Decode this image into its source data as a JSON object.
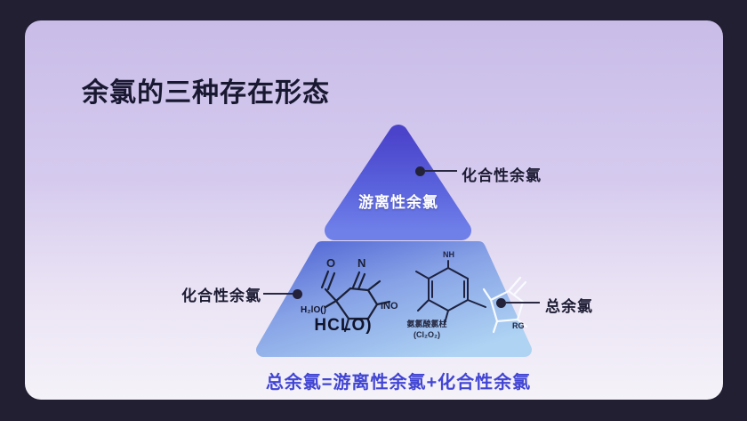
{
  "title": "余氯的三种存在形态",
  "pyramid": {
    "tier1_label": "游离性余氯",
    "callout_top": "化合性余氯",
    "callout_left": "化合性余氯",
    "callout_right": "总余氯"
  },
  "molecule_left": {
    "atom_o": "O",
    "atom_n": "N",
    "group_right": "INO",
    "group_left": "H₂lO()",
    "caption": "HCLO)"
  },
  "molecule_right": {
    "atom_top": "NH",
    "group_right": "RG",
    "caption_line1": "氨氯酸氯柱",
    "caption_line2": "(Cl₂O₂)"
  },
  "formula": "总余氯=游离性余氯+化合性余氯",
  "colors": {
    "frame": "#221f33",
    "slide_background_top": "#c9bde8",
    "slide_background_bottom": "#f5f2f9",
    "triangle_gradient_top": "#4b44cb",
    "triangle_gradient_bottom": "#6f80e9",
    "trapezoid_gradient_start": "#5064d4",
    "trapezoid_gradient_end": "#aed3f3",
    "ink": "#1c1b32",
    "formula_text": "#4145d3"
  }
}
